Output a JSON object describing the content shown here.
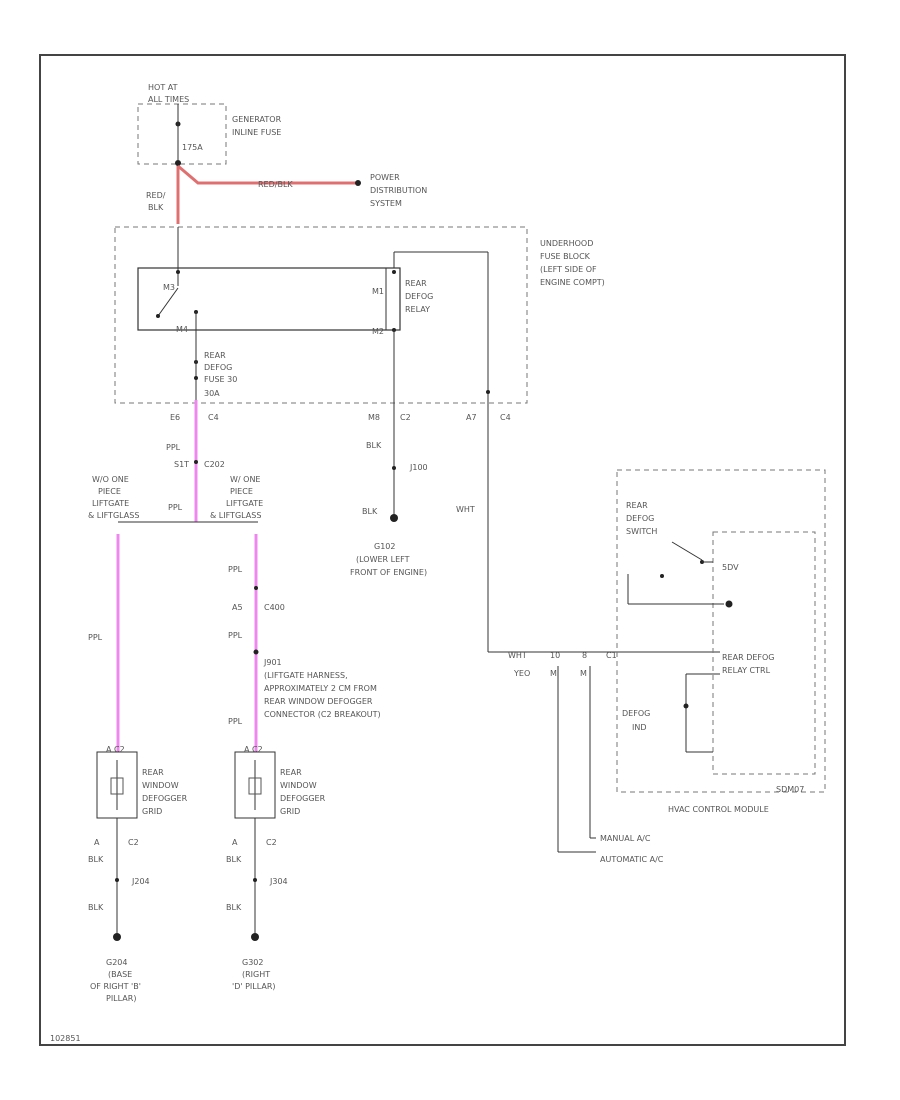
{
  "colors": {
    "ppl_wire": "#ee88ee",
    "red_wire": "#e07070",
    "line": "#333333"
  },
  "labels": {
    "hot_at": "HOT AT",
    "all_times": "ALL TIMES",
    "gen_fuse_1": "GENERATOR",
    "gen_fuse_2": "INLINE FUSE",
    "fuse_rating": "175A",
    "red": "RED/",
    "blk": "BLK",
    "red_blk_long": "RED/BLK",
    "power_dist_1": "POWER",
    "power_dist_2": "DISTRIBUTION",
    "power_dist_3": "SYSTEM",
    "underhood_1": "UNDERHOOD",
    "underhood_2": "FUSE BLOCK",
    "underhood_3": "(LEFT SIDE OF",
    "underhood_4": "ENGINE COMPT)",
    "relay_1": "REAR",
    "relay_2": "DEFOG",
    "relay_3": "RELAY",
    "relay_pin_tl": "M1",
    "relay_pin_bl": "M2",
    "relay_pin_top": "M3",
    "relay_pin_bot": "M4",
    "fuse30_1": "REAR",
    "fuse30_2": "DEFOG",
    "fuse30_3": "FUSE 30",
    "fuse30_amp": "30A",
    "pin_e6": "E6",
    "c4_a": "C4",
    "pin_m8": "M8",
    "c2_a": "C2",
    "pin_a7": "A7",
    "c4_b": "C4",
    "ppl": "PPL",
    "s_splice": "S1T",
    "s_splice2": "C202",
    "w_one_1": "W/O ONE",
    "w_one_2": "PIECE",
    "w_one_3": "LIFTGATE",
    "w_one_4": "& LIFTGLASS",
    "w_one_b1": "W/ ONE",
    "w_one_b2": "PIECE",
    "w_one_b3": "LIFTGATE",
    "w_one_b4": "& LIFTGLASS",
    "j100": "J100",
    "g102_1": "G102",
    "g102_2": "(LOWER LEFT",
    "g102_3": "FRONT OF ENGINE)",
    "wht": "WHT",
    "c400": "C400",
    "pin_a5": "A5",
    "s901": "J901",
    "liftgate_1": "(LIFTGATE HARNESS,",
    "liftgate_2": "APPROXIMATELY 2 CM FROM",
    "liftgate_3": "REAR WINDOW DEFOGGER",
    "liftgate_4": "CONNECTOR (C2 BREAKOUT)",
    "pin_a2": "A C2",
    "grid_1": "REAR",
    "grid_2": "WINDOW",
    "grid_3": "DEFOGGER",
    "grid_4": "GRID",
    "pin_a": "A",
    "c2_b": "C2",
    "j204": "J204",
    "j304": "J304",
    "g204_1": "G204",
    "g204_2": "(BASE",
    "g204_3": "OF RIGHT 'B'",
    "g204_4": "PILLAR)",
    "g302_1": "G302",
    "g302_2": "(RIGHT",
    "g302_3": "'D' PILLAR)",
    "hvac_pin_1": "WHT",
    "hvac_pin_2": "10",
    "hvac_pin_3": "8",
    "hvac_pin_4": "C1",
    "hvac_pin_5": "YEO",
    "hvac_pin_6": "M",
    "hvac_pin_7": "M",
    "switch_1": "REAR",
    "switch_2": "DEFOG",
    "switch_3": "SWITCH",
    "pin_5v": "5DV",
    "relay_ctrl_1": "REAR DEFOG",
    "relay_ctrl_2": "RELAY CTRL",
    "defog_ind_1": "DEFOG",
    "defog_ind_2": "IND",
    "sdm_code": "SDM07",
    "hvac_module": "HVAC CONTROL MODULE",
    "manual": "MANUAL A/C",
    "automatic": "AUTOMATIC A/C",
    "footer": "102851"
  }
}
